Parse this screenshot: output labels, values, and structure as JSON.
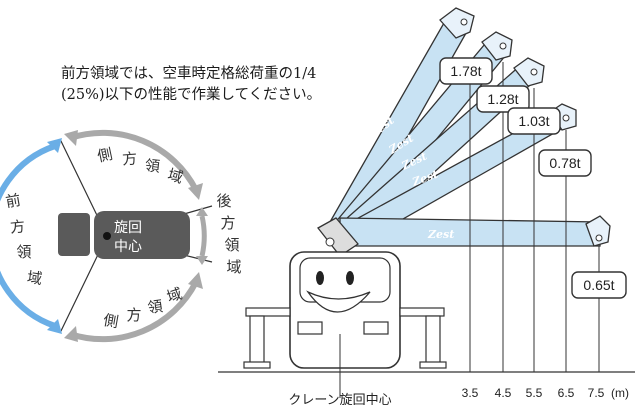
{
  "note": {
    "line1": "前方領域では、空車時定格総荷重の1/4",
    "line2": "(25%)以下の性能で作業してください。"
  },
  "zones": {
    "front": "前方領域",
    "side_top": "側方領域",
    "side_bottom": "側方領域",
    "rear": "後方領域",
    "center_line1": "旋回",
    "center_line2": "中心"
  },
  "capacities": [
    "1.78t",
    "1.28t",
    "1.03t",
    "0.78t",
    "0.65t"
  ],
  "distances": [
    "3.5",
    "4.5",
    "5.5",
    "6.5",
    "7.5"
  ],
  "distance_unit": "(m)",
  "crane_center_label": "クレーン旋回中心",
  "boom_brand": "Zest",
  "colors": {
    "boom_fill": "#c8e2f3",
    "front_arrow": "#6aaee6",
    "side_arrow": "#a9a9a9",
    "body_dark": "#5a5a5a",
    "outline": "#333333"
  }
}
